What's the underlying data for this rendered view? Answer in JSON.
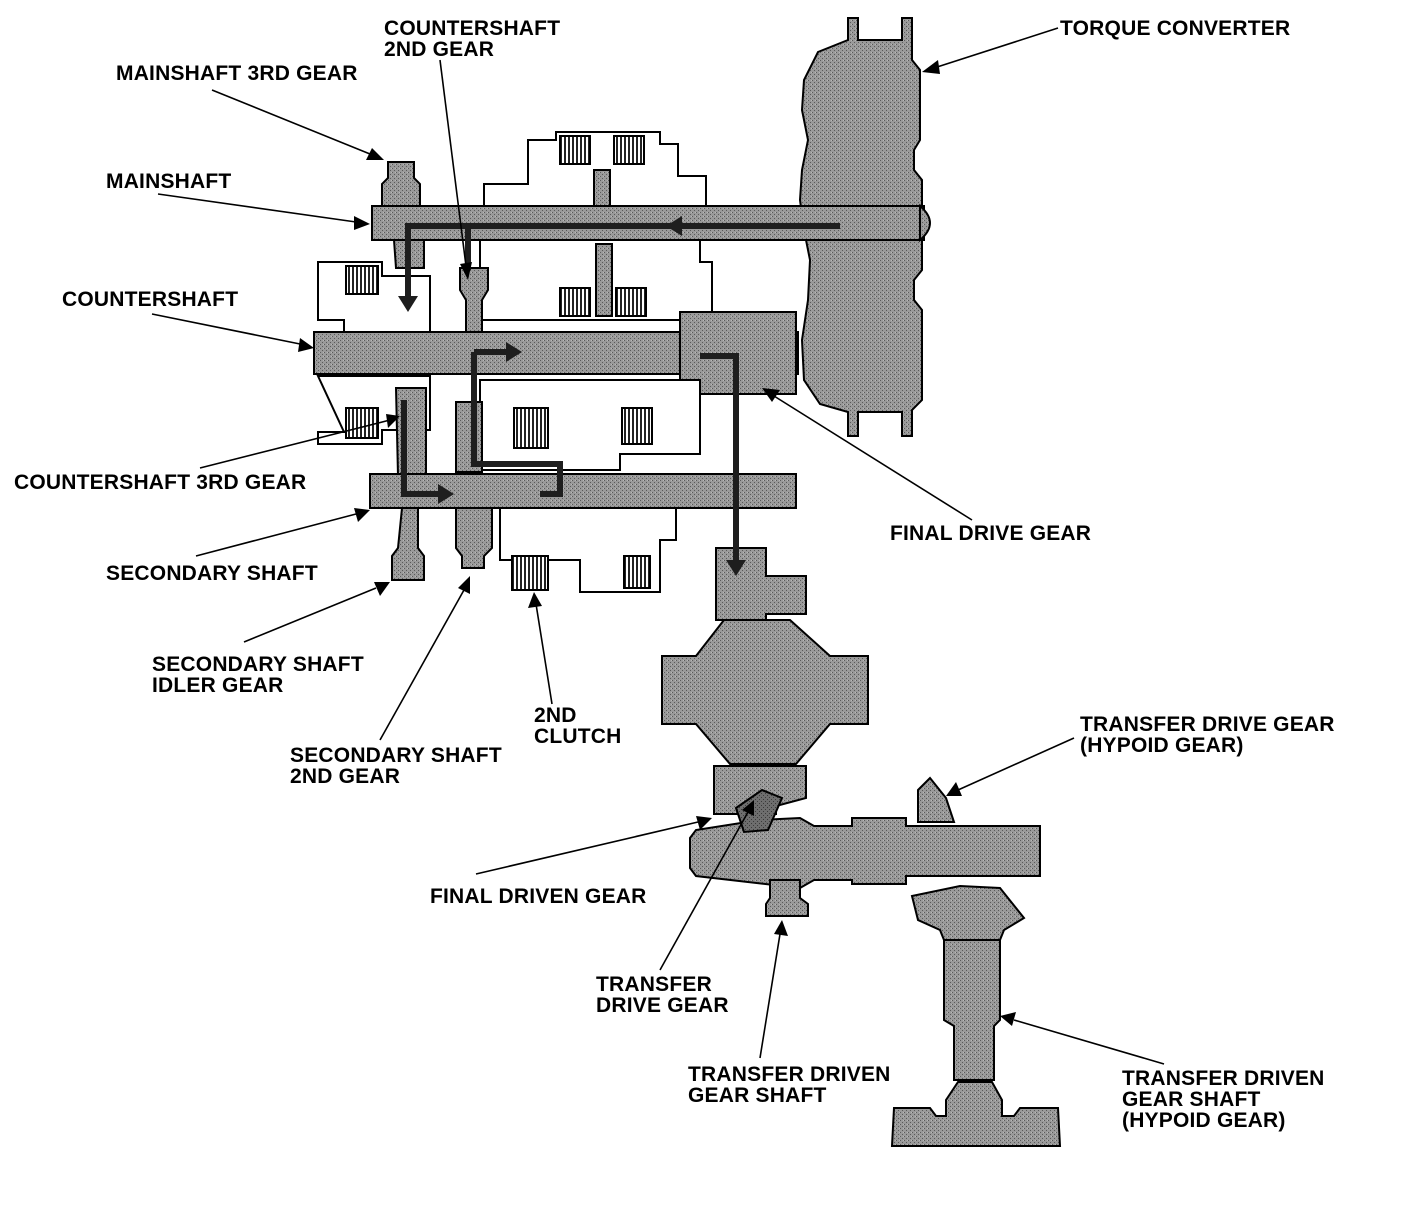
{
  "labels": {
    "torque_converter": "TORQUE CONVERTER",
    "countershaft_2nd_gear_l1": "COUNTERSHAFT",
    "countershaft_2nd_gear_l2": "2ND GEAR",
    "mainshaft_3rd_gear": "MAINSHAFT 3RD GEAR",
    "mainshaft": "MAINSHAFT",
    "countershaft": "COUNTERSHAFT",
    "countershaft_3rd_gear": "COUNTERSHAFT 3RD GEAR",
    "secondary_shaft": "SECONDARY SHAFT",
    "secondary_shaft_idler_gear_l1": "SECONDARY SHAFT",
    "secondary_shaft_idler_gear_l2": "IDLER GEAR",
    "secondary_shaft_2nd_gear_l1": "SECONDARY SHAFT",
    "secondary_shaft_2nd_gear_l2": "2ND GEAR",
    "second_clutch_l1": "2ND",
    "second_clutch_l2": "CLUTCH",
    "final_drive_gear": "FINAL DRIVE GEAR",
    "final_driven_gear": "FINAL DRIVEN GEAR",
    "transfer_drive_gear_hypoid_l1": "TRANSFER DRIVE GEAR",
    "transfer_drive_gear_hypoid_l2": "(HYPOID GEAR)",
    "transfer_drive_gear_l1": "TRANSFER",
    "transfer_drive_gear_l2": "DRIVE GEAR",
    "transfer_driven_gear_shaft_l1": "TRANSFER DRIVEN",
    "transfer_driven_gear_shaft_l2": "GEAR SHAFT",
    "transfer_driven_gear_shaft_hypoid_l1": "TRANSFER DRIVEN",
    "transfer_driven_gear_shaft_hypoid_l2": "GEAR SHAFT",
    "transfer_driven_gear_shaft_hypoid_l3": "(HYPOID GEAR)"
  },
  "colors": {
    "line": "#000000",
    "part_fill": "#8c8c8c",
    "power_flow": "#1e1e1e",
    "background": "#ffffff"
  }
}
